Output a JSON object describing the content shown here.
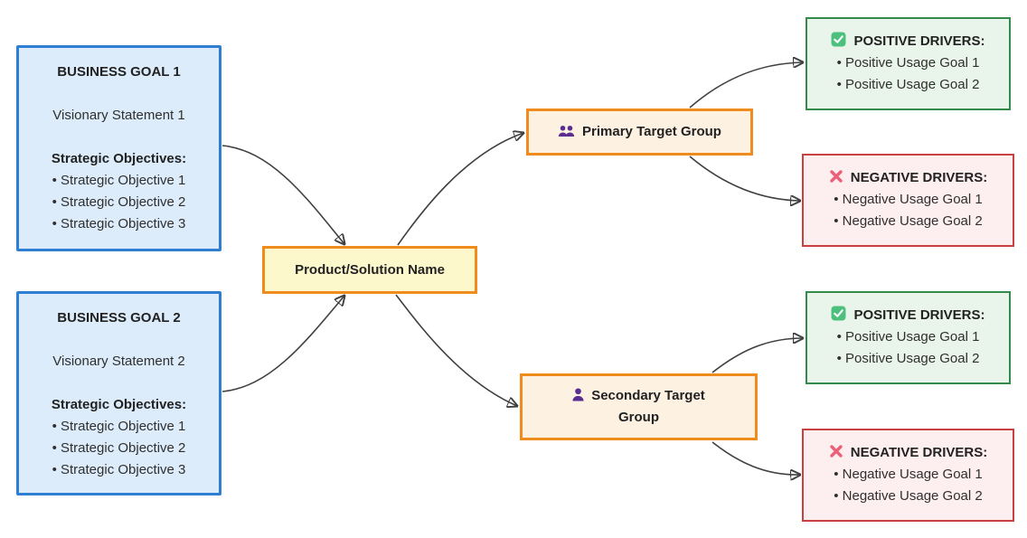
{
  "diagram": {
    "business_goal_1": {
      "title": "BUSINESS GOAL 1",
      "vision": "Visionary Statement 1",
      "objectives_heading": "Strategic Objectives:",
      "objectives": [
        "• Strategic Objective 1",
        "• Strategic Objective 2",
        "• Strategic Objective 3"
      ]
    },
    "business_goal_2": {
      "title": "BUSINESS GOAL 2",
      "vision": "Visionary Statement 2",
      "objectives_heading": "Strategic Objectives:",
      "objectives": [
        "• Strategic Objective 1",
        "• Strategic Objective 2",
        "• Strategic Objective 3"
      ]
    },
    "product": {
      "label": "Product/Solution Name"
    },
    "primary_target": {
      "label": "Primary Target Group",
      "icon": "people-icon"
    },
    "secondary_target": {
      "label": "Secondary Target Group",
      "icon": "person-icon"
    },
    "drivers": {
      "primary_positive": {
        "title": "POSITIVE DRIVERS:",
        "icon": "check-icon",
        "items": [
          "• Positive Usage Goal 1",
          "• Positive Usage Goal 2"
        ]
      },
      "primary_negative": {
        "title": "NEGATIVE DRIVERS:",
        "icon": "cross-icon",
        "items": [
          "• Negative Usage Goal 1",
          "• Negative Usage Goal 2"
        ]
      },
      "secondary_positive": {
        "title": "POSITIVE DRIVERS:",
        "icon": "check-icon",
        "items": [
          "• Positive Usage Goal 1",
          "• Positive Usage Goal 2"
        ]
      },
      "secondary_negative": {
        "title": "NEGATIVE DRIVERS:",
        "icon": "cross-icon",
        "items": [
          "• Negative Usage Goal 1",
          "• Negative Usage Goal 2"
        ]
      }
    },
    "colors": {
      "goal_fill": "#dcecfa",
      "goal_border": "#2e7fd1",
      "product_fill": "#fdf8cc",
      "product_border": "#f08c1e",
      "target_fill": "#fdf1e2",
      "target_border": "#f08c1e",
      "positive_fill": "#e9f5eb",
      "positive_border": "#348a4a",
      "negative_fill": "#fdeef0",
      "negative_border": "#c94040",
      "edge": "#404040",
      "icon_purple": "#5b2d91",
      "icon_green": "#4ec07d",
      "icon_red": "#ec5f79"
    }
  }
}
